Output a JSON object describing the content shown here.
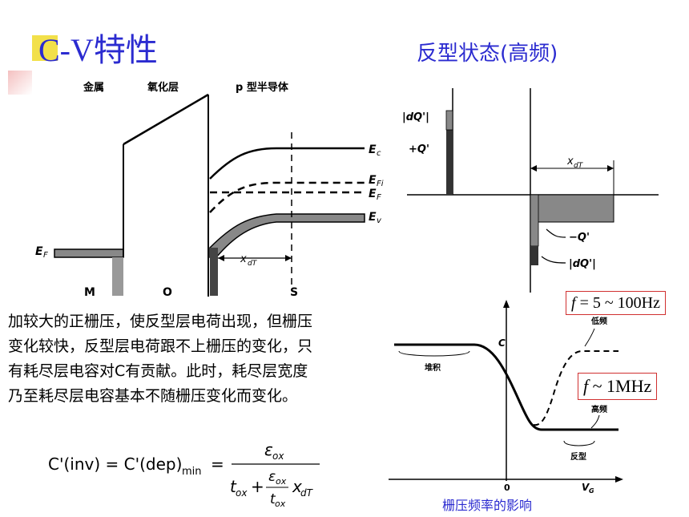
{
  "slide": {
    "title": "C-V特性",
    "subtitle": "反型状态(高频)",
    "paragraph_lines": [
      "加较大的正栅压，使反型层电荷出现，但栅压",
      "变化较快，反型层电荷跟不上栅压的变化，只",
      "有耗尽层电容对C有贡献。此时，耗尽层宽度",
      "乃至耗尽层电容基本不随栅压变化而变化。"
    ],
    "caption": "栅压频率的影响",
    "freq_low": "= 5 ~ 100Hz",
    "freq_high": "~ 1MHz",
    "freq_symbol": "f"
  },
  "band_diagram": {
    "header_metal": "金属",
    "header_oxide": "氧化层",
    "header_semi": "p 型半导体",
    "label_Ec": "E",
    "label_Ec_sub": "c",
    "label_EFi": "E",
    "label_EFi_sub": "Fi",
    "label_EF": "E",
    "label_EF_sub": "F",
    "label_Ev": "E",
    "label_Ev_sub": "v",
    "label_EF_left": "E",
    "label_EF_left_sub": "F",
    "label_xdT": "x",
    "label_xdT_sub": "dT",
    "bottom_M": "M",
    "bottom_O": "O",
    "bottom_S": "S"
  },
  "charge_diagram": {
    "label_dQ_top": "|dQ'|",
    "label_plusQ": "+Q'",
    "label_xdT": "x",
    "label_xdT_sub": "dT",
    "label_minusQ": "−Q'",
    "label_dQ_bottom": "|dQ'|"
  },
  "cv_graph": {
    "y_axis": "C",
    "x_axis": "V",
    "x_axis_sub": "G",
    "origin": "0",
    "label_low_freq": "低频",
    "label_high_freq": "高频",
    "label_accumulation": "堆积",
    "label_inversion": "反型"
  },
  "formula": {
    "lhs": "C'(inv) = C'(dep)",
    "lhs_sub": "min",
    "equals": "=",
    "num": "ε",
    "num_sub": "ox",
    "den_t": "t",
    "den_t_sub": "ox",
    "den_plus": "+",
    "frac_num": "ε",
    "frac_num_sub": "ox",
    "frac_den": "t",
    "frac_den_sub": "ox",
    "den_x": "x",
    "den_x_sub": "dT"
  }
}
